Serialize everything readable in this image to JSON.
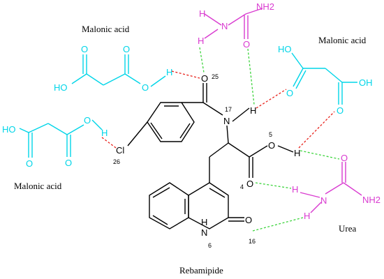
{
  "labels": {
    "malonic_top_left": "Malonic acid",
    "malonic_top_right": "Malonic acid",
    "malonic_bottom_left": "Malonic acid",
    "urea": "Urea",
    "rebamipide": "Rebamipide"
  },
  "atoms": {
    "O": "O",
    "H": "H",
    "N": "N",
    "HO": "HO",
    "OH": "OH",
    "NH2": "NH2",
    "Cl": "Cl",
    "HN": "H\nN"
  },
  "atom_numbers": {
    "o25": "25",
    "n17": "17",
    "o5": "5",
    "o4": "4",
    "n6": "6",
    "o16": "16",
    "cl26": "26"
  },
  "colors": {
    "cyan": "#00d5e8",
    "magenta": "#d93bd0",
    "red": "#e8221b",
    "green": "#3dd43d",
    "black": "#000000"
  }
}
